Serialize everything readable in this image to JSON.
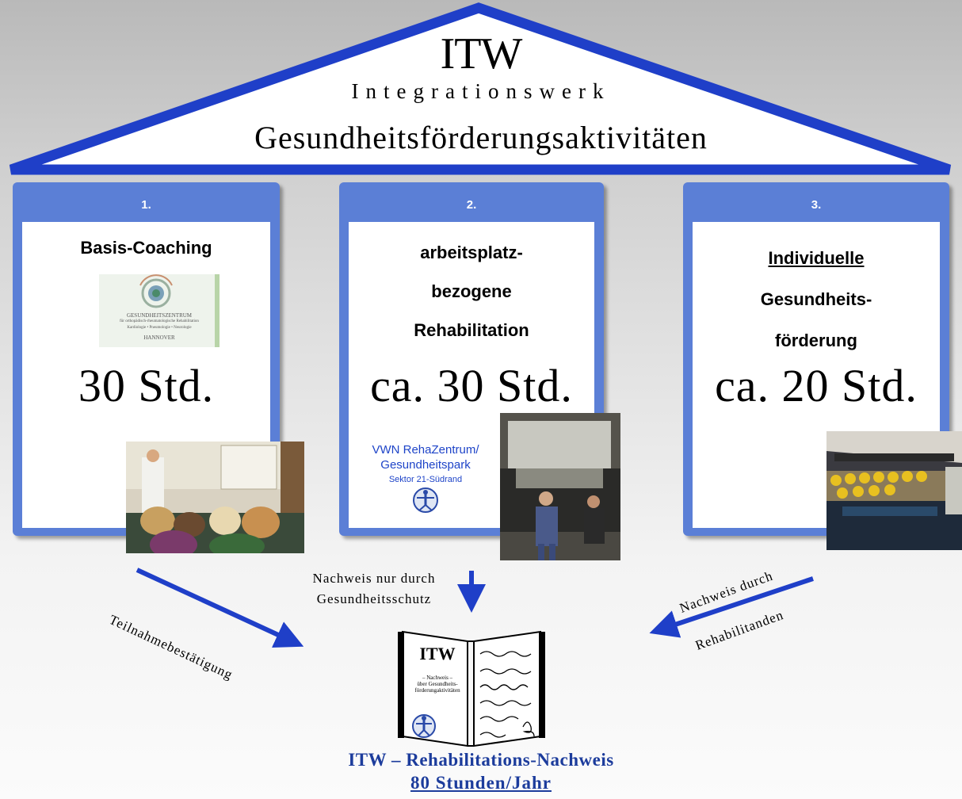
{
  "header": {
    "title": "ITW",
    "subtitle": "Integrationswerk",
    "main_title": "Gesundheitsförderungsaktivitäten"
  },
  "pillars": [
    {
      "number": "1.",
      "title_lines": [
        "Basis-Coaching"
      ],
      "hours": "30 Std.",
      "logo_text": [
        "GESUNDHEITSZENTRUM",
        "für orthopädisch-rheumatologische Rehabilitation",
        "Kardiologie • Pneumologie • Neurologie",
        "HANNOVER"
      ]
    },
    {
      "number": "2.",
      "title_lines": [
        "arbeitsplatz-",
        "bezogene",
        "Rehabilitation"
      ],
      "hours": "ca. 30 Std.",
      "partner_lines": [
        "VWN RehaZentrum/",
        "Gesundheitspark",
        "Sektor 21-Südrand"
      ]
    },
    {
      "number": "3.",
      "title_lines": [
        "Individuelle",
        "Gesundheits-",
        "förderung"
      ],
      "hours": "ca. 20 Std."
    }
  ],
  "arrows": {
    "left_label": "Teilnahmebestätigung",
    "center_label_lines": [
      "Nachweis nur durch",
      "Gesundheitsschutz"
    ],
    "right_label_lines": [
      "Nachweis durch",
      "Rehabilitanden"
    ]
  },
  "booklet": {
    "title": "ITW",
    "text_lines": [
      "– Nachweis –",
      "über Gesundheits-",
      "förderungaktivitäten"
    ]
  },
  "footer": {
    "line1": "ITW – Rehabilitations-Nachweis",
    "line2": "80 Stunden/Jahr"
  },
  "colors": {
    "accent_blue": "#1f3fc8",
    "pillar_blue": "#5b7fd6",
    "footer_blue": "#1c3c9c"
  }
}
